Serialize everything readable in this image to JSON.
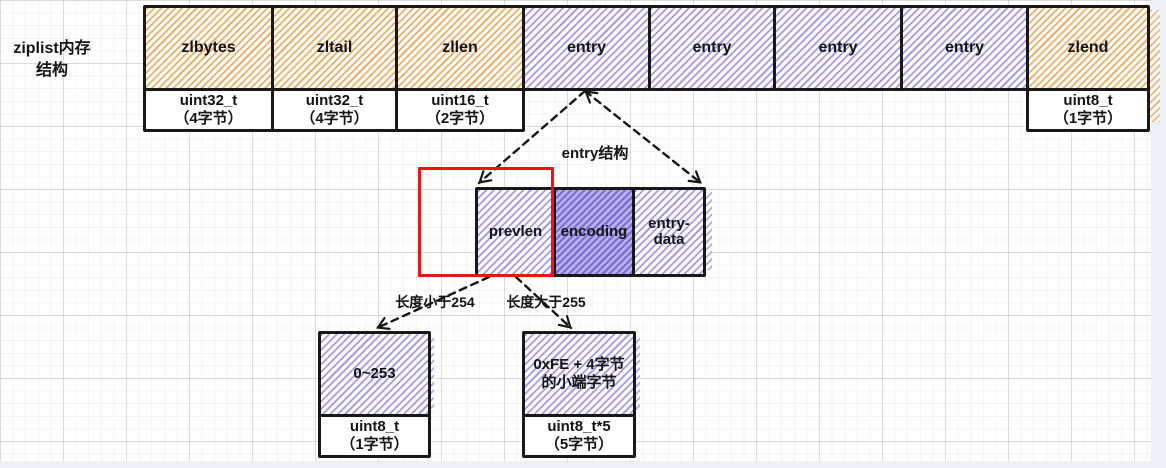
{
  "diagram": {
    "side_label": {
      "line1": "ziplist内存",
      "line2": "结构"
    },
    "main_row": {
      "cells": [
        {
          "label": "zlbytes",
          "type": "uint32_t",
          "size": "（4字节）",
          "color": "orange"
        },
        {
          "label": "zltail",
          "type": "uint32_t",
          "size": "（4字节）",
          "color": "orange"
        },
        {
          "label": "zllen",
          "type": "uint16_t",
          "size": "（2字节）",
          "color": "orange"
        },
        {
          "label": "entry",
          "color": "purple"
        },
        {
          "label": "entry",
          "color": "purple"
        },
        {
          "label": "entry",
          "color": "purple"
        },
        {
          "label": "entry",
          "color": "purple"
        },
        {
          "label": "zlend",
          "type": "uint8_t",
          "size": "（1字节）",
          "color": "orange"
        }
      ]
    },
    "entry_struct": {
      "title": "entry结构",
      "fields": [
        {
          "label": "prevlen"
        },
        {
          "label": "encoding"
        },
        {
          "label": "entry-data"
        }
      ],
      "highlight_color": "#ec1512"
    },
    "branches": {
      "left_label": "长度小于254",
      "right_label": "长度大于255",
      "left_box": {
        "value": "0~253",
        "type": "uint8_t",
        "size": "（1字节）"
      },
      "right_box": {
        "value": "0xFE + 4字节的小端字节",
        "type": "uint8_t*5",
        "size": "（5字节）"
      }
    },
    "colors": {
      "orange_hatch": "#eca65c",
      "purple_hatch": "#867ce0",
      "border": "#181818",
      "highlight_red": "#ec1512",
      "grid_paper": "#ffffff",
      "page_edge": "#eef0f7"
    }
  }
}
